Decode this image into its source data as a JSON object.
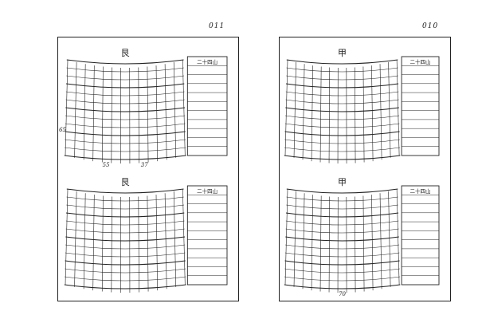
{
  "pages": {
    "left_number": "011",
    "right_number": "010"
  },
  "figures": {
    "left_top": {
      "title": "艮",
      "right_header": "二十四山",
      "bottom_numbers": [
        "55",
        "37"
      ],
      "side_number": "65"
    },
    "left_bottom": {
      "title": "艮",
      "right_header": "二十四山",
      "bottom_numbers": [],
      "side_number": ""
    },
    "right_top": {
      "title": "甲",
      "right_header": "二十四山",
      "bottom_numbers": [],
      "side_number": ""
    },
    "right_bottom": {
      "title": "甲",
      "right_header": "二十四山",
      "bottom_numbers": [
        "70"
      ],
      "side_number": ""
    }
  }
}
